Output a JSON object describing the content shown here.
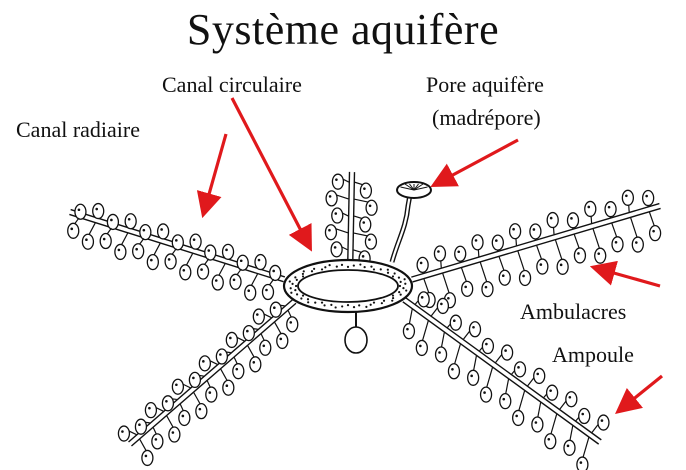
{
  "title": "Système aquifère",
  "labels": {
    "canal_circulaire": "Canal circulaire",
    "pore_line1": "Pore aquifère",
    "pore_line2": "(madrépore)",
    "canal_radiaire": "Canal radiaire",
    "ambulacres": "Ambulacres",
    "ampoule": "Ampoule"
  },
  "colors": {
    "arrow": "#e0191c",
    "ink": "#111111",
    "background": "#ffffff"
  }
}
